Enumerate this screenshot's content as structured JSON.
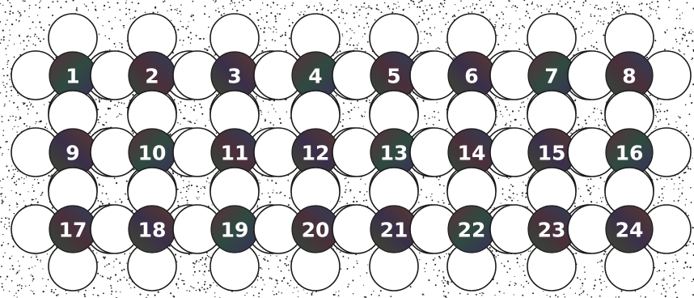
{
  "puzzle": {
    "flowers": [
      {
        "label": "1"
      },
      {
        "label": "2"
      },
      {
        "label": "3"
      },
      {
        "label": "4"
      },
      {
        "label": "5"
      },
      {
        "label": "6"
      },
      {
        "label": "7"
      },
      {
        "label": "8"
      },
      {
        "label": "9"
      },
      {
        "label": "10"
      },
      {
        "label": "11"
      },
      {
        "label": "12"
      },
      {
        "label": "13"
      },
      {
        "label": "14"
      },
      {
        "label": "15"
      },
      {
        "label": "16"
      },
      {
        "label": "17"
      },
      {
        "label": "18"
      },
      {
        "label": "19"
      },
      {
        "label": "20"
      },
      {
        "label": "21"
      },
      {
        "label": "22"
      },
      {
        "label": "23"
      },
      {
        "label": "24"
      }
    ]
  },
  "colors": {
    "background": "#ffffff",
    "stipple": "#222222",
    "outline": "#1a1a1a",
    "petal_fill": "#ffffff",
    "center_text": "#ffffff",
    "center_fills": [
      "#3a2a3a",
      "#2f3a3a",
      "#3a2f2f",
      "#2a2f45"
    ]
  }
}
